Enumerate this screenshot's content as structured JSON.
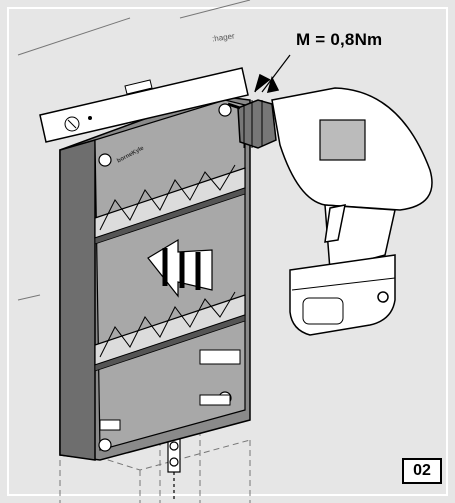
{
  "torque_label": "M = 0,8Nm",
  "step_number": "02",
  "brand_text": ":hager",
  "logo_text": "borneKyle",
  "colors": {
    "background": "#e6e6e6",
    "frame": "#ffffff",
    "line": "#000000",
    "dark_panel": "#6e6e6e"
  }
}
